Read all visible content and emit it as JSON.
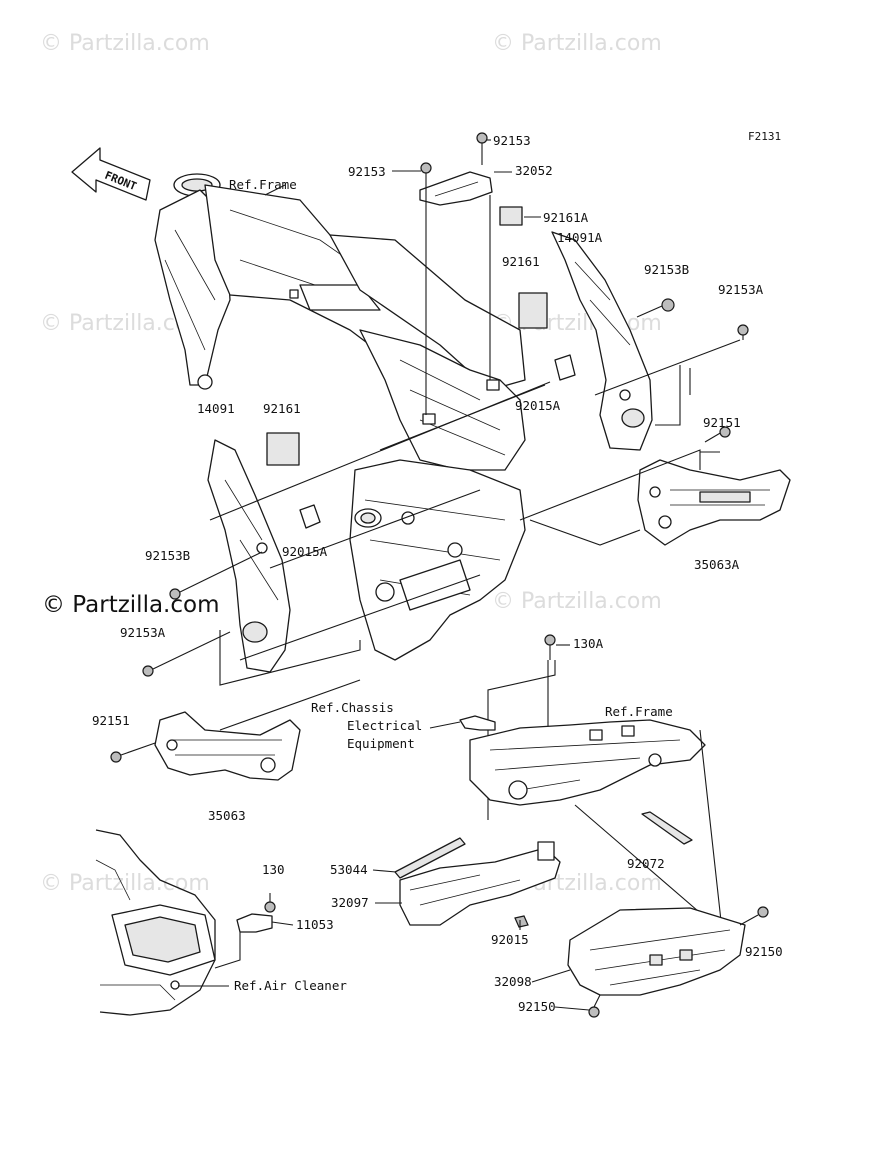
{
  "diagram_code": "F2131",
  "front_label": "FRONT",
  "watermark": "© Partzilla.com",
  "callouts": {
    "ref_frame_top": "Ref.Frame",
    "p92153_a": "92153",
    "p92153_b": "92153",
    "p32052": "32052",
    "p92161A": "92161A",
    "p14091A": "14091A",
    "p92161_r": "92161",
    "p92153B_r": "92153B",
    "p92153A_r": "92153A",
    "p92015A_r": "92015A",
    "p92151_r": "92151",
    "p35063A": "35063A",
    "p14091": "14091",
    "p92161_l": "92161",
    "p92015A_l": "92015A",
    "p92153B_l": "92153B",
    "p92153A_l": "92153A",
    "p130A": "130A",
    "ref_chassis_1": "Ref.Chassis",
    "ref_chassis_2": "Electrical",
    "ref_chassis_3": "Equipment",
    "ref_frame_bottom": "Ref.Frame",
    "p92151_l": "92151",
    "p35063": "35063",
    "p53044": "53044",
    "p92072": "92072",
    "p130": "130",
    "p11053": "11053",
    "p32097": "32097",
    "p92015": "92015",
    "p92150_r": "92150",
    "p32098": "32098",
    "p92150_b": "92150",
    "ref_air_cleaner": "Ref.Air Cleaner"
  }
}
